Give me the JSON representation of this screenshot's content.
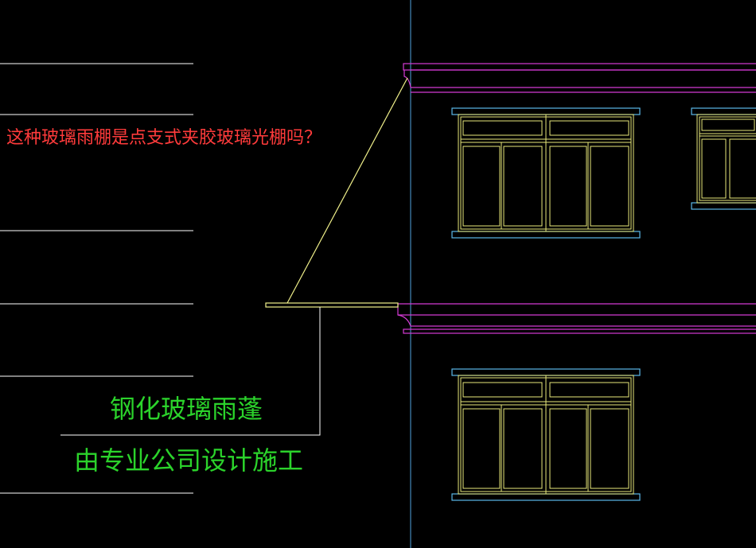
{
  "drawing": {
    "question_text": "这种玻璃雨棚是点支式夹胶玻璃光棚吗？",
    "annotation_line1": "钢化玻璃雨蓬",
    "annotation_line2": "由专业公司设计施工"
  },
  "colors": {
    "background": "#000000",
    "grid_lines": "#ffffff",
    "facade_outline": "#4fa3e0",
    "cornice": "#d43ad4",
    "window_frame": "#e8e87a",
    "window_sill": "#5ab8e8",
    "canopy": "#f0f08a",
    "leader_line": "#ffffff",
    "question_text": "#ff3b3b",
    "annotation_text": "#2bd32b"
  }
}
